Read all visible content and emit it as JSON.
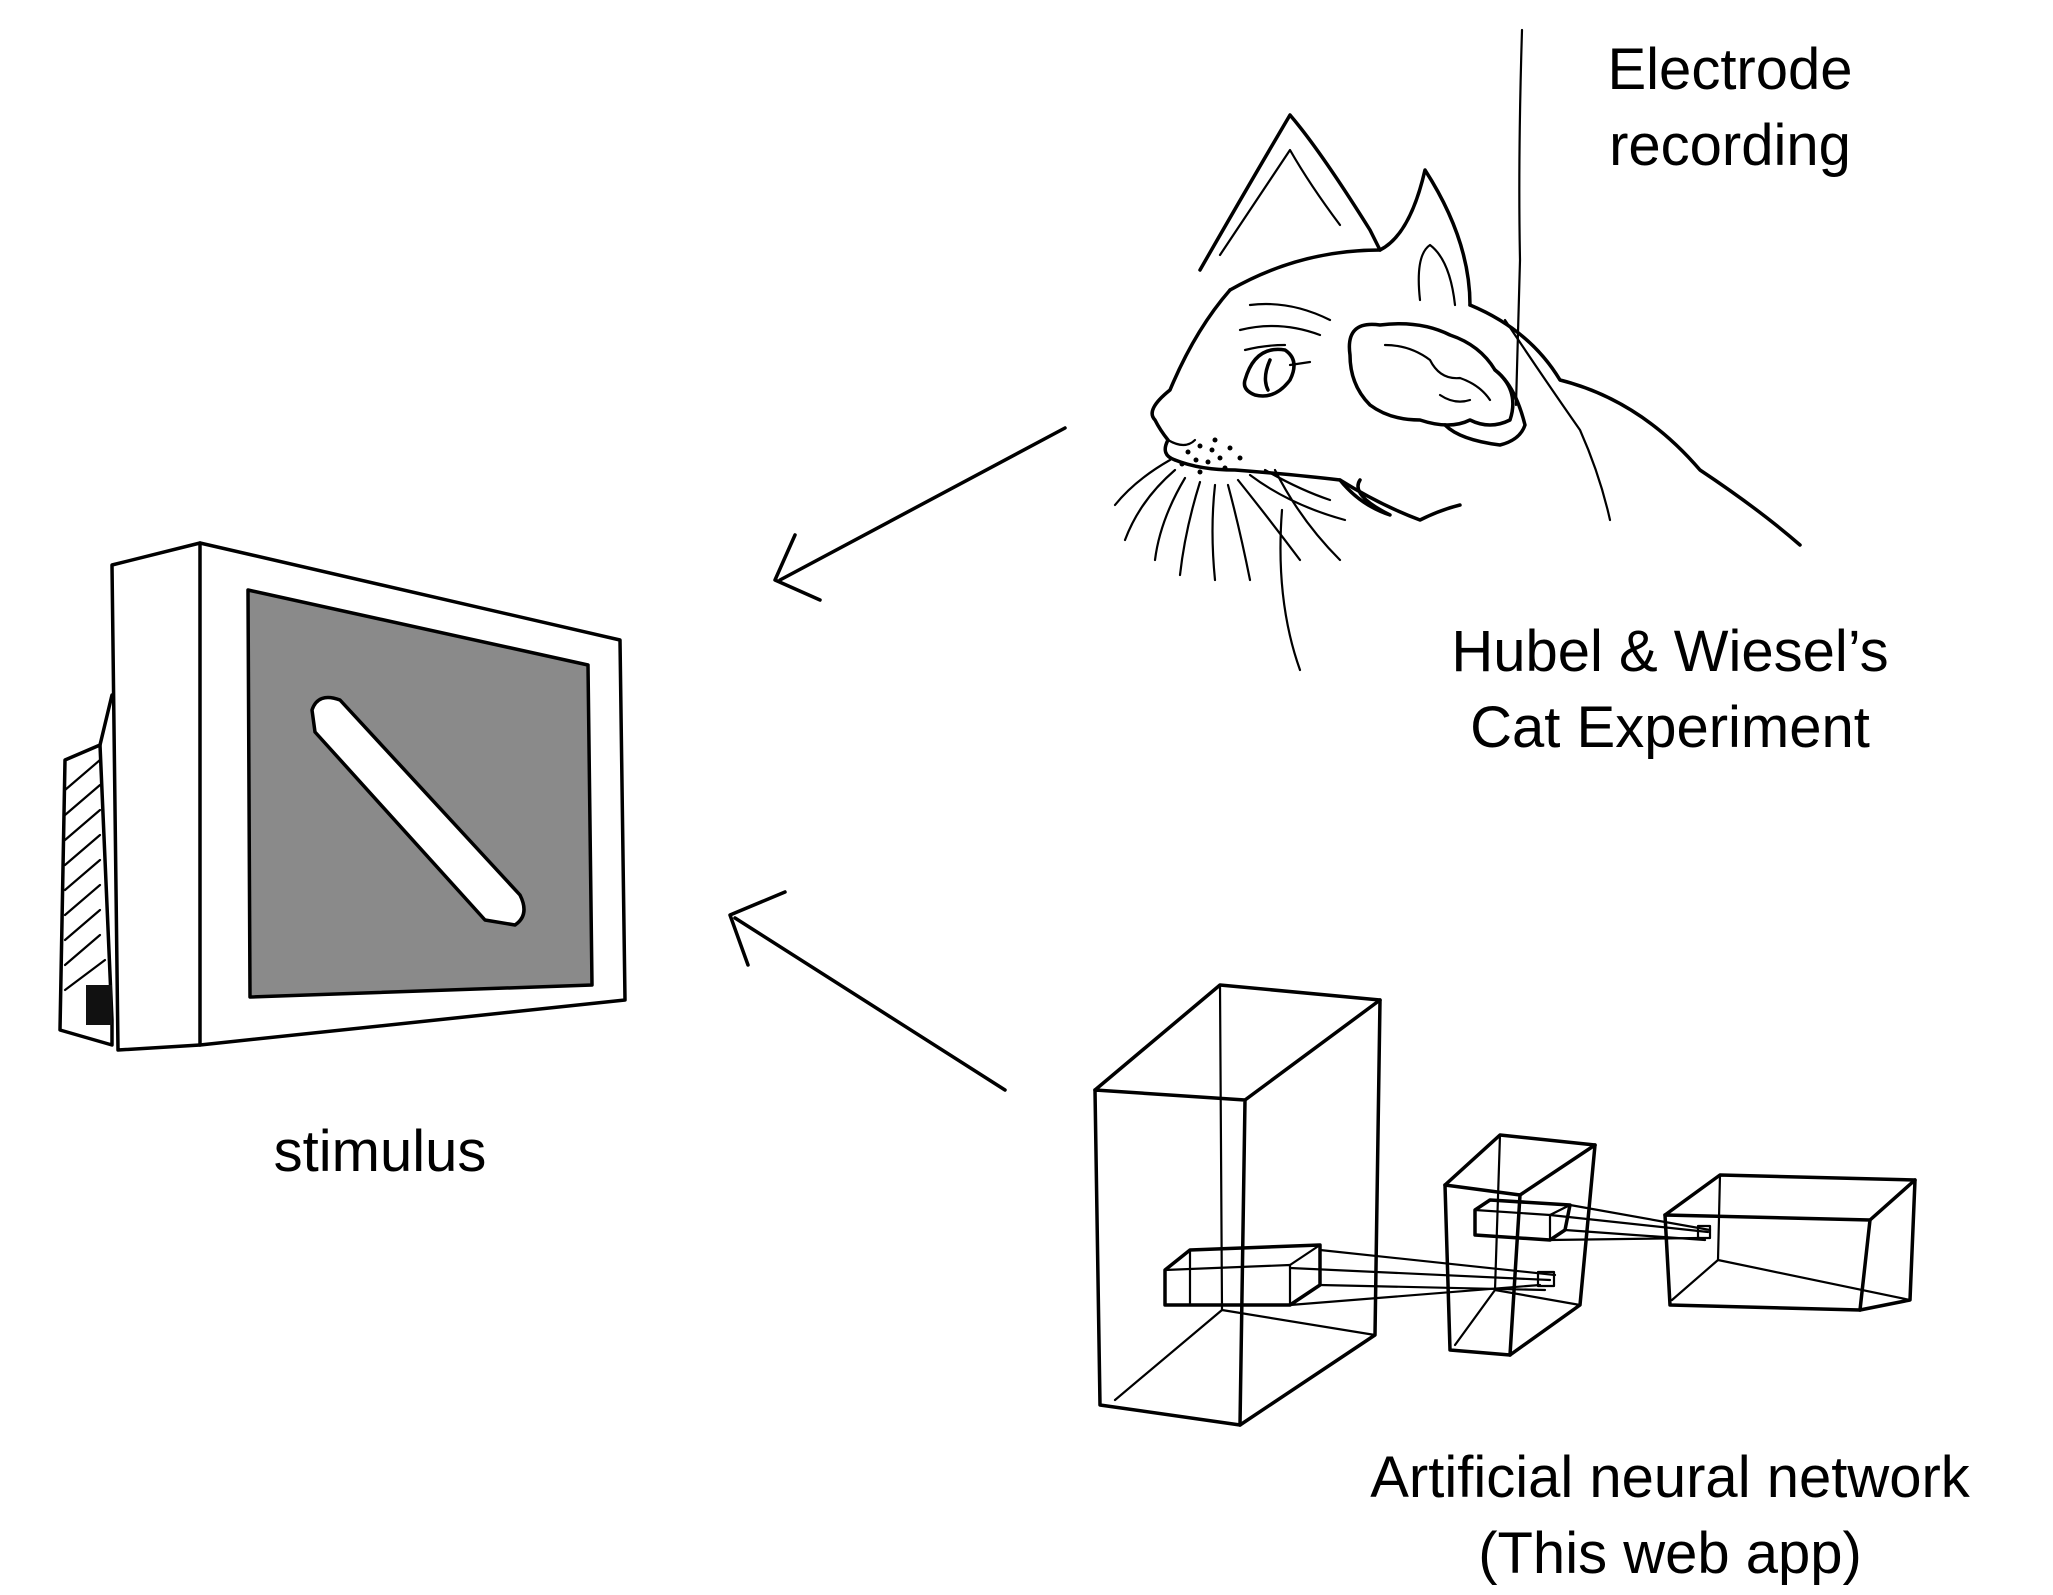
{
  "labels": {
    "electrode": [
      "Electrode",
      "recording"
    ],
    "hubel": [
      "Hubel & Wiesel’s",
      "Cat Experiment"
    ],
    "stimulus": "stimulus",
    "ann": [
      "Artificial neural network",
      "(This web app)"
    ]
  },
  "colors": {
    "ink": "#000000",
    "screen": "#8a8a8a",
    "background": "#ffffff",
    "bar": "#ffffff"
  },
  "icons": [
    "cat-head-icon",
    "monitor-icon",
    "neural-network-icon",
    "arrow-icon",
    "electrode-icon"
  ]
}
